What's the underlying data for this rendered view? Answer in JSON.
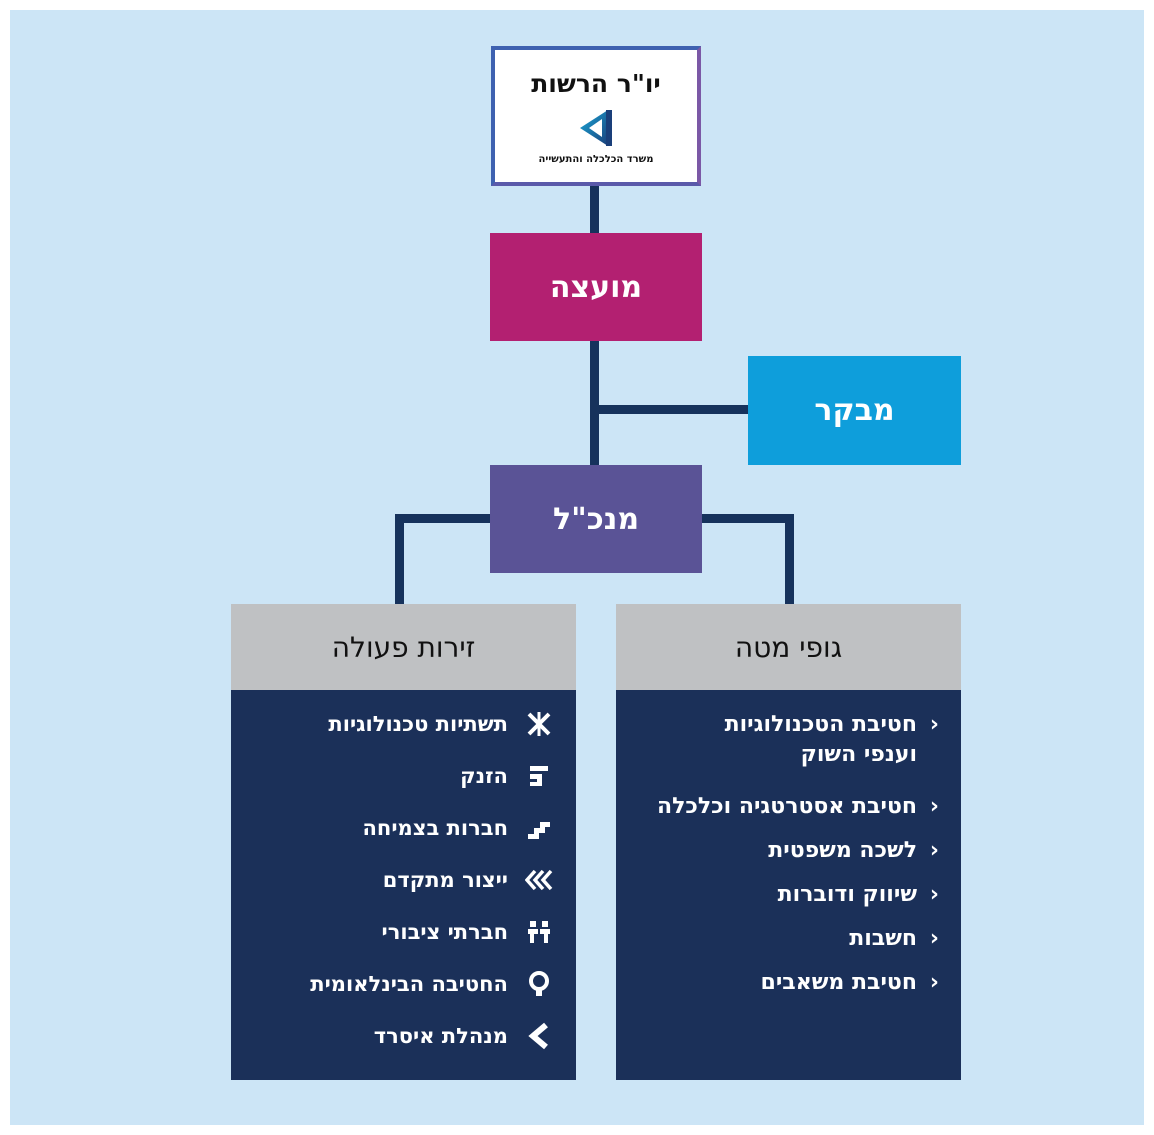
{
  "chair": {
    "title": "יו\"ר הרשות",
    "ministry": "משרד הכלכלה והתעשייה"
  },
  "council": "מועצה",
  "auditor": "מבקר",
  "ceo": "מנכ\"ל",
  "staff": {
    "title": "גופי מטה",
    "items": [
      [
        "חטיבת הטכנולוגיות",
        "וענפי השוק"
      ],
      [
        "חטיבת אסטרטגיה וכלכלה"
      ],
      [
        "לשכה משפטית"
      ],
      [
        "שיווק ודוברות"
      ],
      [
        "חשבות"
      ],
      [
        "חטיבת משאבים"
      ]
    ]
  },
  "arenas": {
    "title": "זירות פעולה",
    "items": [
      {
        "label": "תשתיות טכנולוגיות",
        "icon": "star-cross-icon"
      },
      {
        "label": "הזנק",
        "icon": "steps-up-icon"
      },
      {
        "label": "חברות בצמיחה",
        "icon": "stairs-icon"
      },
      {
        "label": "ייצור מתקדם",
        "icon": "triple-chevron-icon"
      },
      {
        "label": "חברתי ציבורי",
        "icon": "people-icon"
      },
      {
        "label": "החטיבה הבינלאומית",
        "icon": "globe-pin-icon"
      },
      {
        "label": "מנהלת איסרד",
        "icon": "chevron-left-icon"
      }
    ]
  },
  "colors": {
    "background": "#cce5f6",
    "lines": "#16325c",
    "council": "#b32071",
    "auditor": "#0e9edb",
    "ceo": "#5a5396",
    "panel": "#1b3059",
    "header": "#bfc1c3"
  }
}
